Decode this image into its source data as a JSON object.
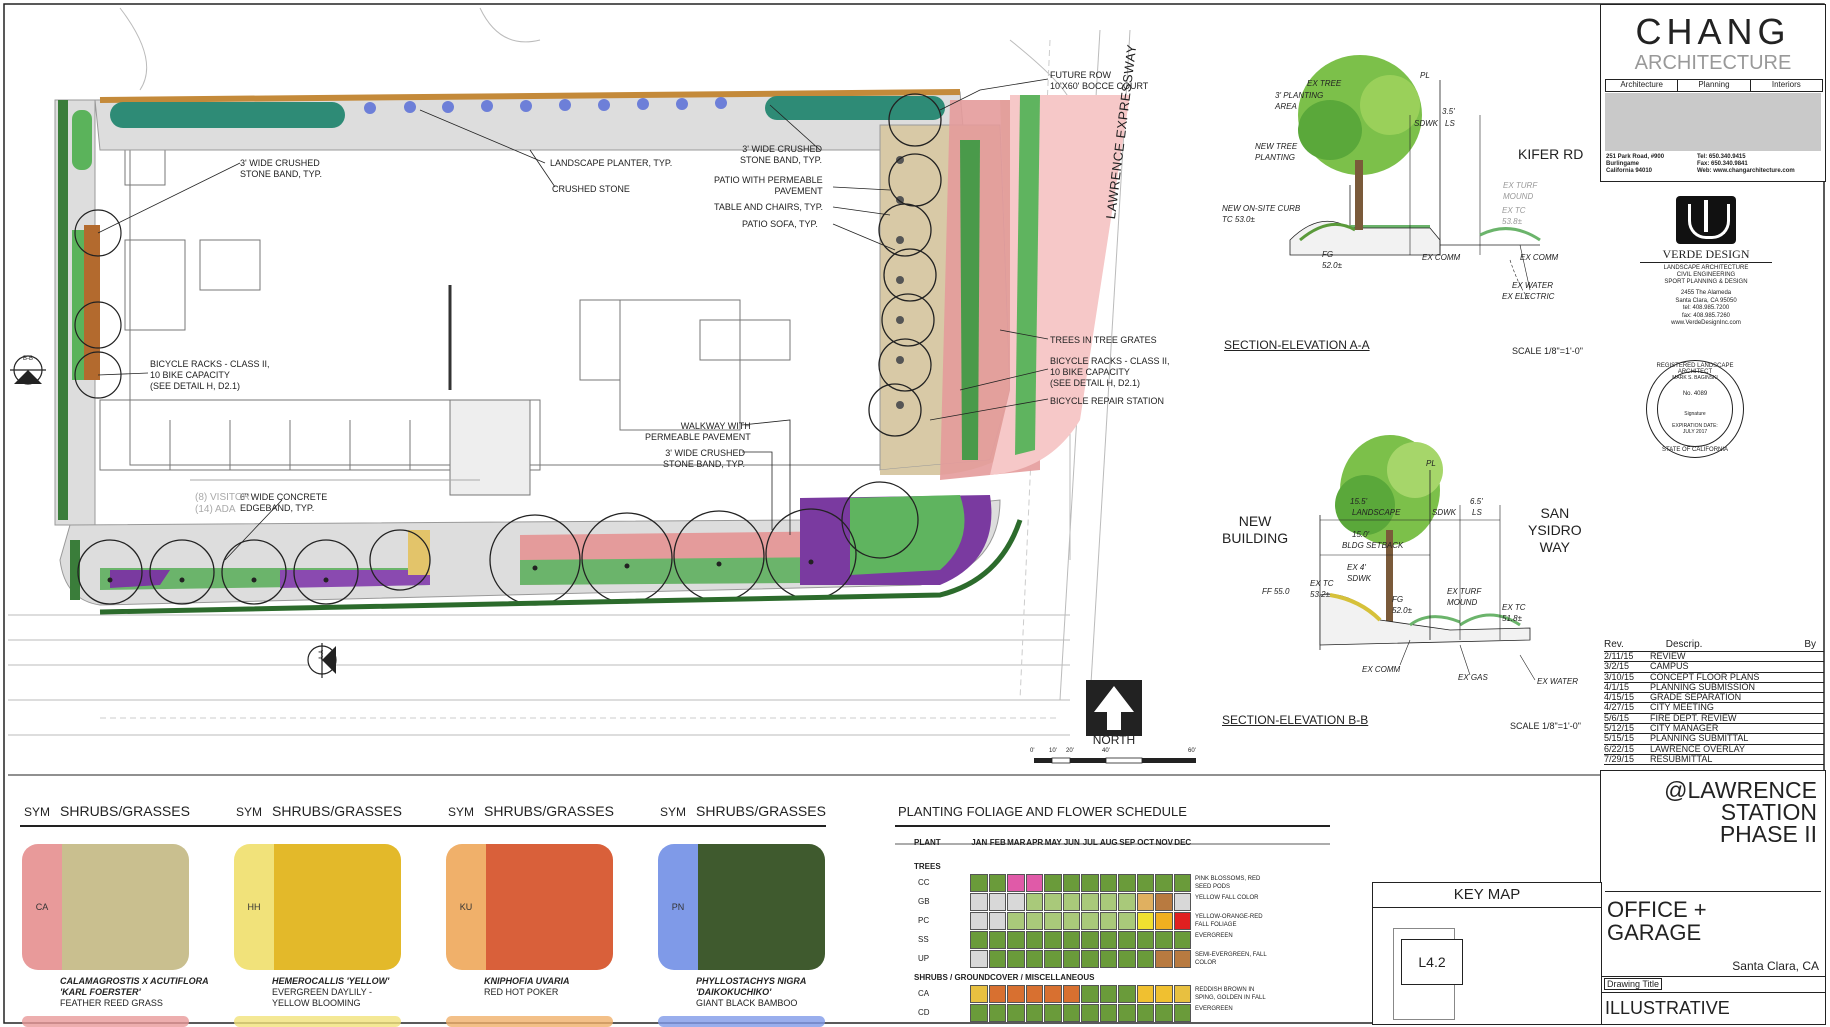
{
  "firm": {
    "name": "CHANG",
    "sub": "ARCHITECTURE",
    "tabs": [
      "Architecture",
      "Planning",
      "Interiors"
    ],
    "address": "251 Park Road, #900\nBurlingame\nCalifornia 94010",
    "contact": "Tel: 650.340.9415\nFax: 650.340.9841\nWeb: www.changarchitecture.com"
  },
  "landscape_firm": {
    "name": "VERDE DESIGN",
    "services": "LANDSCAPE ARCHITECTURE\nCIVIL ENGINEERING\nSPORT PLANNING & DESIGN",
    "address": "2455 The Alameda\nSanta Clara, CA 95050\ntel: 408.985.7200\nfax: 408.985.7260\nwww.VerdeDesignInc.com"
  },
  "seal": {
    "ring_top": "REGISTERED LANDSCAPE ARCHITECT",
    "ring_bottom": "STATE OF CALIFORNIA",
    "name": "MARK S. BAGINSKI",
    "number": "No. 4089",
    "signature": "Signature",
    "expiration": "EXPIRATION DATE:\nJULY 2017"
  },
  "plan_labels": [
    "FUTURE ROW\n10'X60' BOCCE COURT",
    "3' WIDE CRUSHED\nSTONE BAND, TYP.",
    "LANDSCAPE PLANTER, TYP.",
    "CRUSHED STONE",
    "3' WIDE CRUSHED\nSTONE BAND, TYP.",
    "PATIO WITH PERMEABLE\nPAVEMENT",
    "TABLE AND CHAIRS, TYP.",
    "PATIO SOFA, TYP.",
    "TREES IN TREE GRATES",
    "BICYCLE RACKS - CLASS II,\n10 BIKE CAPACITY\n(SEE DETAIL H, D2.1)",
    "BICYCLE REPAIR STATION",
    "BICYCLE RACKS - CLASS II,\n10 BIKE CAPACITY\n(SEE DETAIL H, D2.1)",
    "WALKWAY WITH\nPERMEABLE PAVEMENT",
    "3' WIDE CRUSHED\nSTONE BAND, TYP.",
    "6\" WIDE CONCRETE\nEDGEBAND, TYP."
  ],
  "street_label": "LAWRENCE EXPRESSWAY",
  "faded_labels": [
    "(8) VISITOR",
    "(14) ADA"
  ],
  "section_markers": [
    "B-B",
    "A-A"
  ],
  "north": {
    "label": "NORTH"
  },
  "scale_ticks": [
    "0'",
    "10'",
    "20'",
    "40'",
    "60'"
  ],
  "section_a": {
    "title": "SECTION-ELEVATION A-A",
    "scale": "SCALE 1/8\"=1'-0\"",
    "street": "KIFER RD",
    "labels": [
      "EX TREE",
      "3' PLANTING\nAREA",
      "PL",
      "3.5'",
      "SDWK",
      "LS",
      "NEW TREE\nPLANTING",
      "NEW ON-SITE CURB\nTC 53.0±",
      "EX TURF\nMOUND",
      "EX TC\n53.8±",
      "FG\n52.0±",
      "EX COMM",
      "EX COMM",
      "EX WATER",
      "EX ELECTRIC"
    ]
  },
  "section_b": {
    "title": "SECTION-ELEVATION B-B",
    "scale": "SCALE 1/8\"=1'-0\"",
    "left": "NEW\nBUILDING",
    "right": "SAN\nYSIDRO\nWAY",
    "labels": [
      "PL",
      "15.5'",
      "LANDSCAPE",
      "SDWK",
      "6.5'",
      "LS",
      "15.0'",
      "BLDG SETBACK",
      "EX 4'\nSDWK",
      "FF 55.0",
      "EX TC\n53.2±",
      "FG\n52.0±",
      "EX TURF\nMOUND",
      "EX TC\n51.8±",
      "EX COMM",
      "EX GAS",
      "EX WATER"
    ]
  },
  "revisions": {
    "headers": [
      "Rev.",
      "Descrip.",
      "By"
    ],
    "rows": [
      [
        "2/11/15",
        "REVIEW"
      ],
      [
        "3/2/15",
        "CAMPUS"
      ],
      [
        "3/10/15",
        "CONCEPT FLOOR PLANS"
      ],
      [
        "4/1/15",
        "PLANNING SUBMISSION"
      ],
      [
        "4/15/15",
        "GRADE SEPARATION"
      ],
      [
        "4/27/15",
        "CITY MEETING"
      ],
      [
        "5/6/15",
        "FIRE DEPT. REVIEW"
      ],
      [
        "5/12/15",
        "CITY MANAGER"
      ],
      [
        "5/15/15",
        "PLANNING SUBMITTAL"
      ],
      [
        "6/22/15",
        "LAWRENCE OVERLAY"
      ],
      [
        "7/29/15",
        "RESUBMITTAL"
      ]
    ]
  },
  "project": {
    "title": "@LAWRENCE\nSTATION\nPHASE II",
    "subtitle": "OFFICE +\nGARAGE",
    "city": "Santa Clara, CA",
    "drawing_title_label": "Drawing Title",
    "drawing_title": "ILLUSTRATIVE"
  },
  "key_map": {
    "title": "KEY MAP",
    "sheet": "L4.2"
  },
  "symbols": [
    {
      "head_sym": "SYM",
      "head": "SHRUBS/GRASSES",
      "code": "CA",
      "color": "#e89a9a",
      "photo": "#c9bf8f",
      "name": "CALAMAGROSTIS X ACUTIFLORA\n'KARL FOERSTER'",
      "common": "FEATHER REED GRASS"
    },
    {
      "head_sym": "SYM",
      "head": "SHRUBS/GRASSES",
      "code": "HH",
      "color": "#f1e27a",
      "photo": "#e3b92a",
      "name": "HEMEROCALLIS 'YELLOW'",
      "common": "EVERGREEN DAYLILY -\nYELLOW BLOOMING"
    },
    {
      "head_sym": "SYM",
      "head": "SHRUBS/GRASSES",
      "code": "KU",
      "color": "#f0b06a",
      "photo": "#d9603a",
      "name": "KNIPHOFIA UVARIA",
      "common": "RED HOT POKER"
    },
    {
      "head_sym": "SYM",
      "head": "SHRUBS/GRASSES",
      "code": "PN",
      "color": "#7f9ae8",
      "photo": "#3f5a2e",
      "name": "PHYLLOSTACHYS NIGRA\n'DAIKOKUCHIKO'",
      "common": "GIANT BLACK BAMBOO"
    }
  ],
  "schedule": {
    "title": "PLANTING FOLIAGE AND FLOWER SCHEDULE",
    "plant_col": "PLANT",
    "months": [
      "JAN",
      "FEB",
      "MAR",
      "APR",
      "MAY",
      "JUN",
      "JUL",
      "AUG",
      "SEP",
      "OCT",
      "NOV",
      "DEC"
    ],
    "groups": [
      {
        "name": "TREES",
        "rows": [
          {
            "code": "CC",
            "note": "PINK BLOSSOMS, RED\nSEED PODS",
            "cells": [
              "#6a9b3a",
              "#6a9b3a",
              "#e05aa8",
              "#e05aa8",
              "#6a9b3a",
              "#6a9b3a",
              "#6a9b3a",
              "#6a9b3a",
              "#6a9b3a",
              "#6a9b3a",
              "#6a9b3a",
              "#6a9b3a"
            ]
          },
          {
            "code": "GB",
            "note": "YELLOW FALL COLOR",
            "cells": [
              "#d8d8d8",
              "#d8d8d8",
              "#d8d8d8",
              "#a9c97a",
              "#a9c97a",
              "#a9c97a",
              "#a9c97a",
              "#a9c97a",
              "#a9c97a",
              "#e0b060",
              "#b87a40",
              "#d8d8d8"
            ]
          },
          {
            "code": "PC",
            "note": "YELLOW-ORANGE-RED\nFALL FOLIAGE",
            "cells": [
              "#d8d8d8",
              "#d8d8d8",
              "#a9c97a",
              "#a9c97a",
              "#a9c97a",
              "#a9c97a",
              "#a9c97a",
              "#a9c97a",
              "#a9c97a",
              "#f0e030",
              "#f0b020",
              "#e02020"
            ]
          },
          {
            "code": "SS",
            "note": "EVERGREEN",
            "cells": [
              "#6a9b3a",
              "#6a9b3a",
              "#6a9b3a",
              "#6a9b3a",
              "#6a9b3a",
              "#6a9b3a",
              "#6a9b3a",
              "#6a9b3a",
              "#6a9b3a",
              "#6a9b3a",
              "#6a9b3a",
              "#6a9b3a"
            ]
          },
          {
            "code": "UP",
            "note": "SEMI-EVERGREEN, FALL\nCOLOR",
            "cells": [
              "#d8d8d8",
              "#6a9b3a",
              "#6a9b3a",
              "#6a9b3a",
              "#6a9b3a",
              "#6a9b3a",
              "#6a9b3a",
              "#6a9b3a",
              "#6a9b3a",
              "#6a9b3a",
              "#b87a40",
              "#b87a40"
            ]
          }
        ]
      },
      {
        "name": "SHRUBS / GROUNDCOVER / MISCELLANEOUS",
        "rows": [
          {
            "code": "CA",
            "note": "REDDISH BROWN IN\nSPING, GOLDEN IN FALL",
            "cells": [
              "#e8c040",
              "#d87030",
              "#d87030",
              "#d87030",
              "#d87030",
              "#d87030",
              "#6a9b3a",
              "#6a9b3a",
              "#6a9b3a",
              "#f0c030",
              "#f0c030",
              "#e8c040"
            ]
          },
          {
            "code": "CD",
            "note": "EVERGREEN",
            "cells": [
              "#6a9b3a",
              "#6a9b3a",
              "#6a9b3a",
              "#6a9b3a",
              "#6a9b3a",
              "#6a9b3a",
              "#6a9b3a",
              "#6a9b3a",
              "#6a9b3a",
              "#6a9b3a",
              "#6a9b3a",
              "#6a9b3a"
            ]
          }
        ]
      }
    ]
  }
}
